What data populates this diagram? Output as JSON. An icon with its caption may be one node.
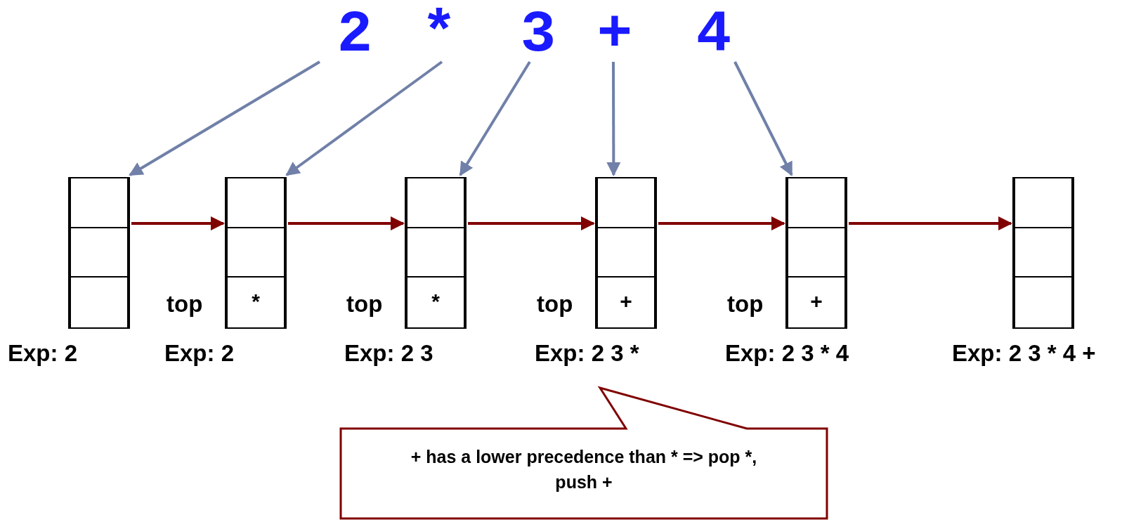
{
  "diagram": {
    "nodes": [
      {
        "text": [
          "2"
        ]
      },
      {
        "text": [
          "*"
        ]
      },
      {
        "text": [
          "3"
        ]
      },
      {
        "text": [
          "+"
        ]
      },
      {
        "text": [
          "4"
        ]
      },
      {
        "text": [],
        "shape": "box",
        "beside": [
          "Exp: 2"
        ]
      },
      {
        "text": [
          "*"
        ],
        "beside": [
          "top",
          "Exp: 2"
        ]
      },
      {
        "text": [
          "*"
        ],
        "beside": [
          "top",
          "Exp: 2 3"
        ]
      },
      {
        "text": [
          "+"
        ],
        "beside": [
          "top",
          "Exp: 2 3 *"
        ]
      },
      {
        "text": [
          "+"
        ],
        "beside": [
          "top",
          "Exp: 2 3 * 4"
        ]
      },
      {
        "text": [],
        "shape": "box",
        "beside": [
          "Exp: 2 3 * 4 +"
        ]
      },
      {
        "text": [
          "+ has a lower precedence than * => pop *, push +"
        ]
      }
    ],
    "edges": [
      {
        "from": 0,
        "to": 5,
        "arrow": "to",
        "color": "#7080a8"
      },
      {
        "from": 1,
        "to": 6,
        "arrow": "to",
        "color": "#7080a8"
      },
      {
        "from": 2,
        "to": 7,
        "arrow": "to",
        "color": "#7080a8"
      },
      {
        "from": 3,
        "to": 8,
        "arrow": "to",
        "color": "#7080a8"
      },
      {
        "from": 4,
        "to": 9,
        "arrow": "to",
        "color": "#7080a8"
      },
      {
        "from": 5,
        "to": 6,
        "arrow": "to",
        "color": "#800000"
      },
      {
        "from": 6,
        "to": 7,
        "arrow": "to",
        "color": "#800000"
      },
      {
        "from": 7,
        "to": 8,
        "arrow": "to",
        "color": "#800000"
      },
      {
        "from": 8,
        "to": 9,
        "arrow": "to",
        "color": "#800000"
      },
      {
        "from": 9,
        "to": 10,
        "arrow": "to",
        "color": "#800000"
      }
    ]
  }
}
